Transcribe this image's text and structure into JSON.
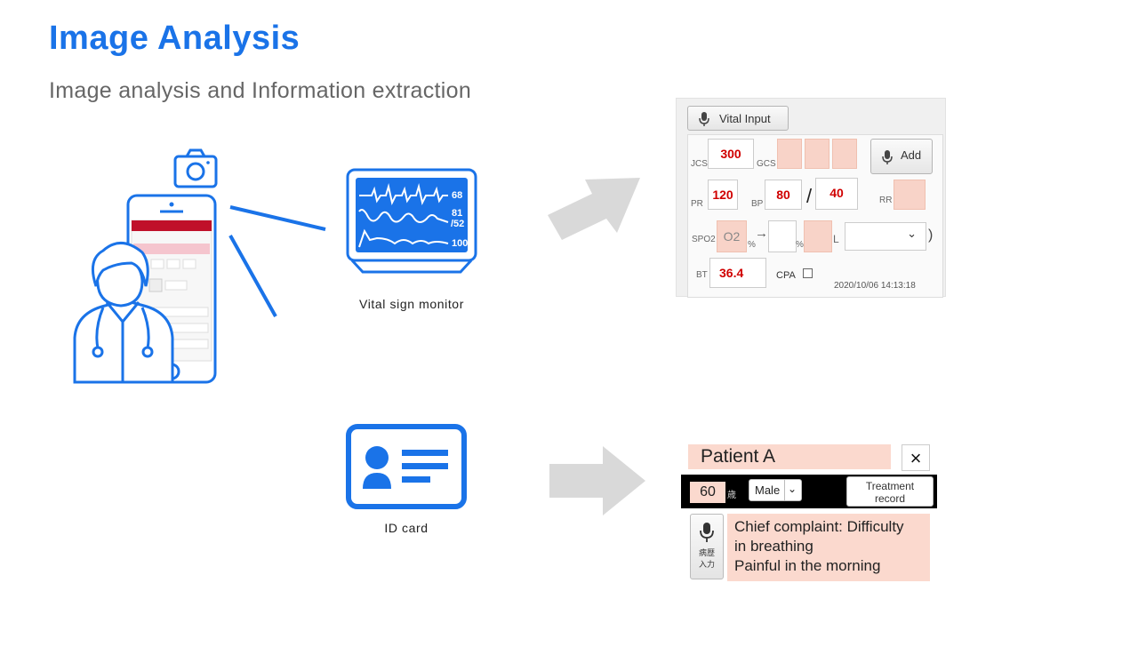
{
  "header": {
    "title": "Image Analysis",
    "subtitle": "Image analysis and Information extraction"
  },
  "illustrations": {
    "monitor_caption": "Vital sign monitor",
    "monitor_values": [
      "68",
      "81",
      "/52",
      "100"
    ],
    "id_card_caption": "ID card"
  },
  "vital_input": {
    "button_label": "Vital Input",
    "add_label": "Add",
    "jcs_label": "JCS",
    "jcs_value": "300",
    "gcs_label": "GCS",
    "pr_label": "PR",
    "pr_value": "120",
    "bp_label": "BP",
    "bp_sys": "80",
    "bp_sep": "/",
    "bp_dia": "40",
    "rr_label": "RR",
    "spo2_label": "SPO2",
    "o2_value": "O2",
    "pct1": "%",
    "arrow": "→(",
    "pct2": "%",
    "l_label": "L",
    "close_paren": ")",
    "bt_label": "BT",
    "bt_value": "36.4",
    "cpa_label": "CPA",
    "timestamp": "2020/10/06 14:13:18"
  },
  "patient": {
    "name": "Patient A",
    "close": "×",
    "age": "60",
    "age_unit": "歳",
    "sex": "Male",
    "treatment_line1": "Treatment",
    "treatment_line2": "record",
    "mic_label_1": "病歴",
    "mic_label_2": "入力",
    "complaint_line1": "Chief complaint: Difficulty",
    "complaint_line2": "in breathing",
    "complaint_line3": "Painful in the morning"
  },
  "colors": {
    "accent": "#1a73e8",
    "input_pink": "#fbd9ce",
    "vital_red": "#d00000",
    "arrow_gray": "#d9d9d9"
  }
}
